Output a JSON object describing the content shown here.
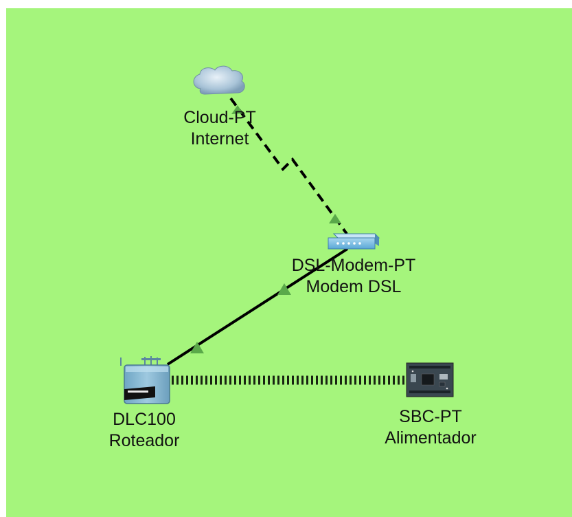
{
  "colors": {
    "workspace_bg": "#a5f57c",
    "link_color": "#000000",
    "link_indicator": "#5aa94a"
  },
  "devices": {
    "cloud": {
      "model": "Cloud-PT",
      "name": "Internet",
      "icon": "cloud-icon"
    },
    "modem": {
      "model": "DSL-Modem-PT",
      "name": "Modem DSL",
      "icon": "dsl-modem-icon"
    },
    "router": {
      "model": "DLC100",
      "name": "Roteador",
      "icon": "home-gateway-icon"
    },
    "sbc": {
      "model": "SBC-PT",
      "name": "Alimentador",
      "icon": "sbc-board-icon"
    }
  },
  "links": [
    {
      "from": "cloud",
      "to": "modem",
      "type": "phone",
      "style": "dashed"
    },
    {
      "from": "modem",
      "to": "router",
      "type": "copper-straight",
      "style": "solid"
    },
    {
      "from": "router",
      "to": "sbc",
      "type": "wireless",
      "style": "hatched"
    }
  ]
}
